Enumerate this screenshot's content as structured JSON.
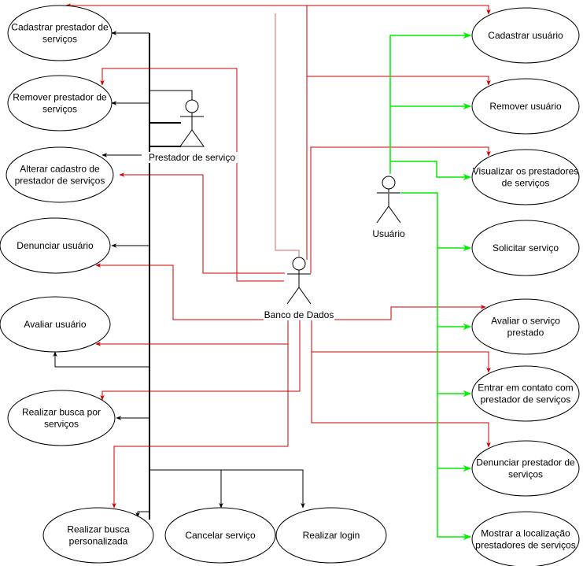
{
  "diagram": {
    "type": "use-case",
    "colors": {
      "black_edge": "#000000",
      "red_edge": "#cc0000",
      "green_edge": "#00ee00",
      "node_fill": "#ffffff",
      "node_stroke": "#000000"
    },
    "actors": [
      {
        "id": "prestador",
        "label": "Prestador de serviço"
      },
      {
        "id": "banco",
        "label": "Banco de Dados"
      },
      {
        "id": "usuario",
        "label": "Usuário"
      }
    ],
    "use_cases": [
      {
        "id": "cad_prest",
        "lines": [
          "Cadastrar prestador de",
          "serviços"
        ]
      },
      {
        "id": "rem_prest",
        "lines": [
          "Remover prestador de",
          "serviços"
        ]
      },
      {
        "id": "alt_prest",
        "lines": [
          "Alterar cadastro de",
          "prestador de serviços"
        ]
      },
      {
        "id": "den_user",
        "lines": [
          "Denunciar usuário"
        ]
      },
      {
        "id": "aval_user",
        "lines": [
          "Avaliar usuário"
        ]
      },
      {
        "id": "busca_serv",
        "lines": [
          "Realizar busca por",
          "serviços"
        ]
      },
      {
        "id": "busca_pers",
        "lines": [
          "Realizar busca",
          "personalizada"
        ]
      },
      {
        "id": "cancelar",
        "lines": [
          "Cancelar serviço"
        ]
      },
      {
        "id": "login",
        "lines": [
          "Realizar login"
        ]
      },
      {
        "id": "cad_user",
        "lines": [
          "Cadastrar usuário"
        ]
      },
      {
        "id": "rem_user",
        "lines": [
          "Remover usuário"
        ]
      },
      {
        "id": "vis_prest",
        "lines": [
          "Visualizar os prestadores",
          "de serviços"
        ]
      },
      {
        "id": "solicitar",
        "lines": [
          "Solicitar serviço"
        ]
      },
      {
        "id": "aval_serv",
        "lines": [
          "Avaliar o serviço",
          "prestado"
        ]
      },
      {
        "id": "contato",
        "lines": [
          "Entrar em contato com",
          "prestador de serviços"
        ]
      },
      {
        "id": "den_prest",
        "lines": [
          "Denunciar prestador de",
          "serviços"
        ]
      },
      {
        "id": "local",
        "lines": [
          "Mostrar a localização",
          "prestadores de serviços"
        ]
      }
    ],
    "associations": [
      {
        "from": "prestador",
        "to": "cad_prest",
        "color": "black"
      },
      {
        "from": "prestador",
        "to": "rem_prest",
        "color": "black"
      },
      {
        "from": "prestador",
        "to": "alt_prest",
        "color": "black"
      },
      {
        "from": "prestador",
        "to": "den_user",
        "color": "black"
      },
      {
        "from": "prestador",
        "to": "aval_user",
        "color": "black"
      },
      {
        "from": "prestador",
        "to": "busca_serv",
        "color": "black"
      },
      {
        "from": "prestador",
        "to": "busca_pers",
        "color": "black"
      },
      {
        "from": "prestador",
        "to": "cancelar",
        "color": "black"
      },
      {
        "from": "prestador",
        "to": "login",
        "color": "black"
      },
      {
        "from": "banco",
        "to": "cad_prest",
        "color": "red"
      },
      {
        "from": "banco",
        "to": "rem_prest",
        "color": "red"
      },
      {
        "from": "banco",
        "to": "alt_prest",
        "color": "red"
      },
      {
        "from": "banco",
        "to": "den_user",
        "color": "red"
      },
      {
        "from": "banco",
        "to": "aval_user",
        "color": "red"
      },
      {
        "from": "banco",
        "to": "busca_serv",
        "color": "red"
      },
      {
        "from": "banco",
        "to": "busca_pers",
        "color": "red"
      },
      {
        "from": "banco",
        "to": "cad_user",
        "color": "red"
      },
      {
        "from": "banco",
        "to": "rem_user",
        "color": "red"
      },
      {
        "from": "banco",
        "to": "vis_prest",
        "color": "red"
      },
      {
        "from": "banco",
        "to": "aval_serv",
        "color": "red"
      },
      {
        "from": "banco",
        "to": "contato",
        "color": "red"
      },
      {
        "from": "banco",
        "to": "den_prest",
        "color": "red"
      },
      {
        "from": "usuario",
        "to": "cad_user",
        "color": "green"
      },
      {
        "from": "usuario",
        "to": "rem_user",
        "color": "green"
      },
      {
        "from": "usuario",
        "to": "vis_prest",
        "color": "green"
      },
      {
        "from": "usuario",
        "to": "solicitar",
        "color": "green"
      },
      {
        "from": "usuario",
        "to": "aval_serv",
        "color": "green"
      },
      {
        "from": "usuario",
        "to": "contato",
        "color": "green"
      },
      {
        "from": "usuario",
        "to": "den_prest",
        "color": "green"
      },
      {
        "from": "usuario",
        "to": "local",
        "color": "green"
      }
    ]
  }
}
